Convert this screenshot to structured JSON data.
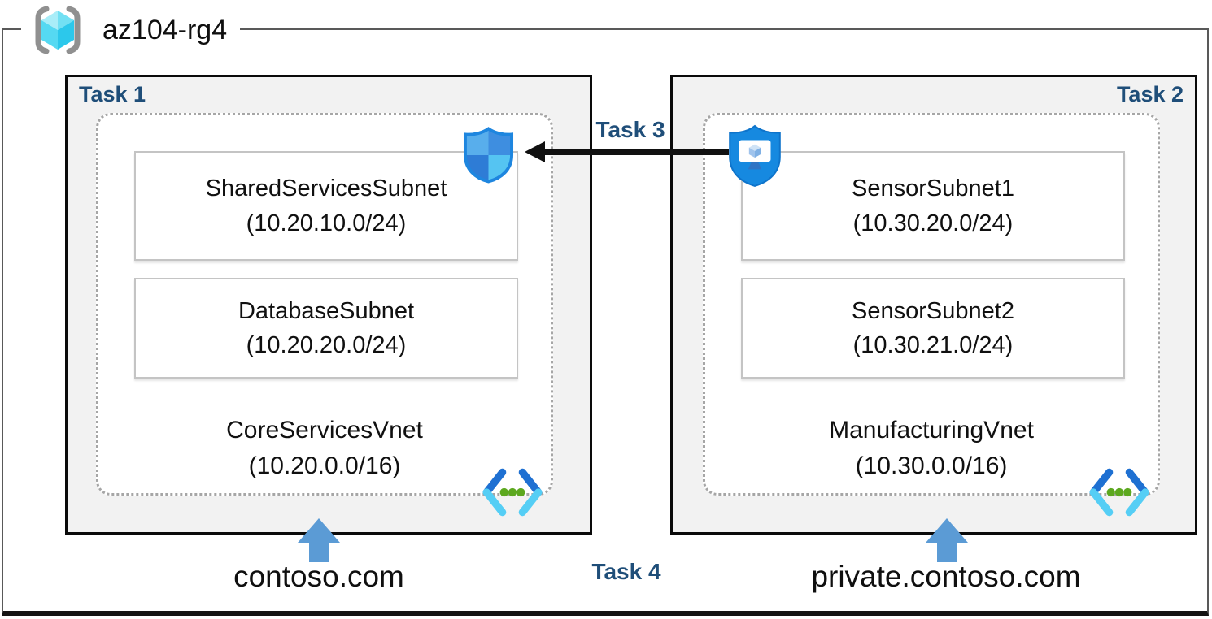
{
  "header": {
    "resource_group": "az104-rg4"
  },
  "left_box": {
    "task_label": "Task 1",
    "vnet_name": "CoreServicesVnet",
    "vnet_cidr": "(10.20.0.0/16)",
    "subnets": [
      {
        "name": "SharedServicesSubnet",
        "cidr": "(10.20.10.0/24)"
      },
      {
        "name": "DatabaseSubnet",
        "cidr": "(10.20.20.0/24)"
      }
    ],
    "dns_zone": "contoso.com"
  },
  "right_box": {
    "task_label": "Task 2",
    "vnet_name": "ManufacturingVnet",
    "vnet_cidr": "(10.30.0.0/16)",
    "subnets": [
      {
        "name": "SensorSubnet1",
        "cidr": "(10.30.20.0/24)"
      },
      {
        "name": "SensorSubnet2",
        "cidr": "(10.30.21.0/24)"
      }
    ],
    "dns_zone": "private.contoso.com"
  },
  "annotations": {
    "task3_label": "Task 3",
    "task4_label": "Task 4"
  },
  "icons": {
    "resource_group": "resource-group-icon",
    "network_security": "network-security-shield-icon",
    "bastion_host": "shielded-host-icon",
    "virtual_network": "virtual-network-icon",
    "dns_pointer": "up-arrow"
  },
  "colors": {
    "task_label_blue": "#1F4E79",
    "box_fill": "#F2F2F2",
    "box_border": "#0A0A0A",
    "dashed_border": "#A6A6A6",
    "subnet_border": "#C4C4C4",
    "frame_border": "#595959",
    "black_arrow": "#111111",
    "blue_arrow": "#5B9BD5",
    "icon_blue": "#1E86DF",
    "icon_cyan": "#55CEF5",
    "vnet_dot_green": "#5CA81F"
  }
}
